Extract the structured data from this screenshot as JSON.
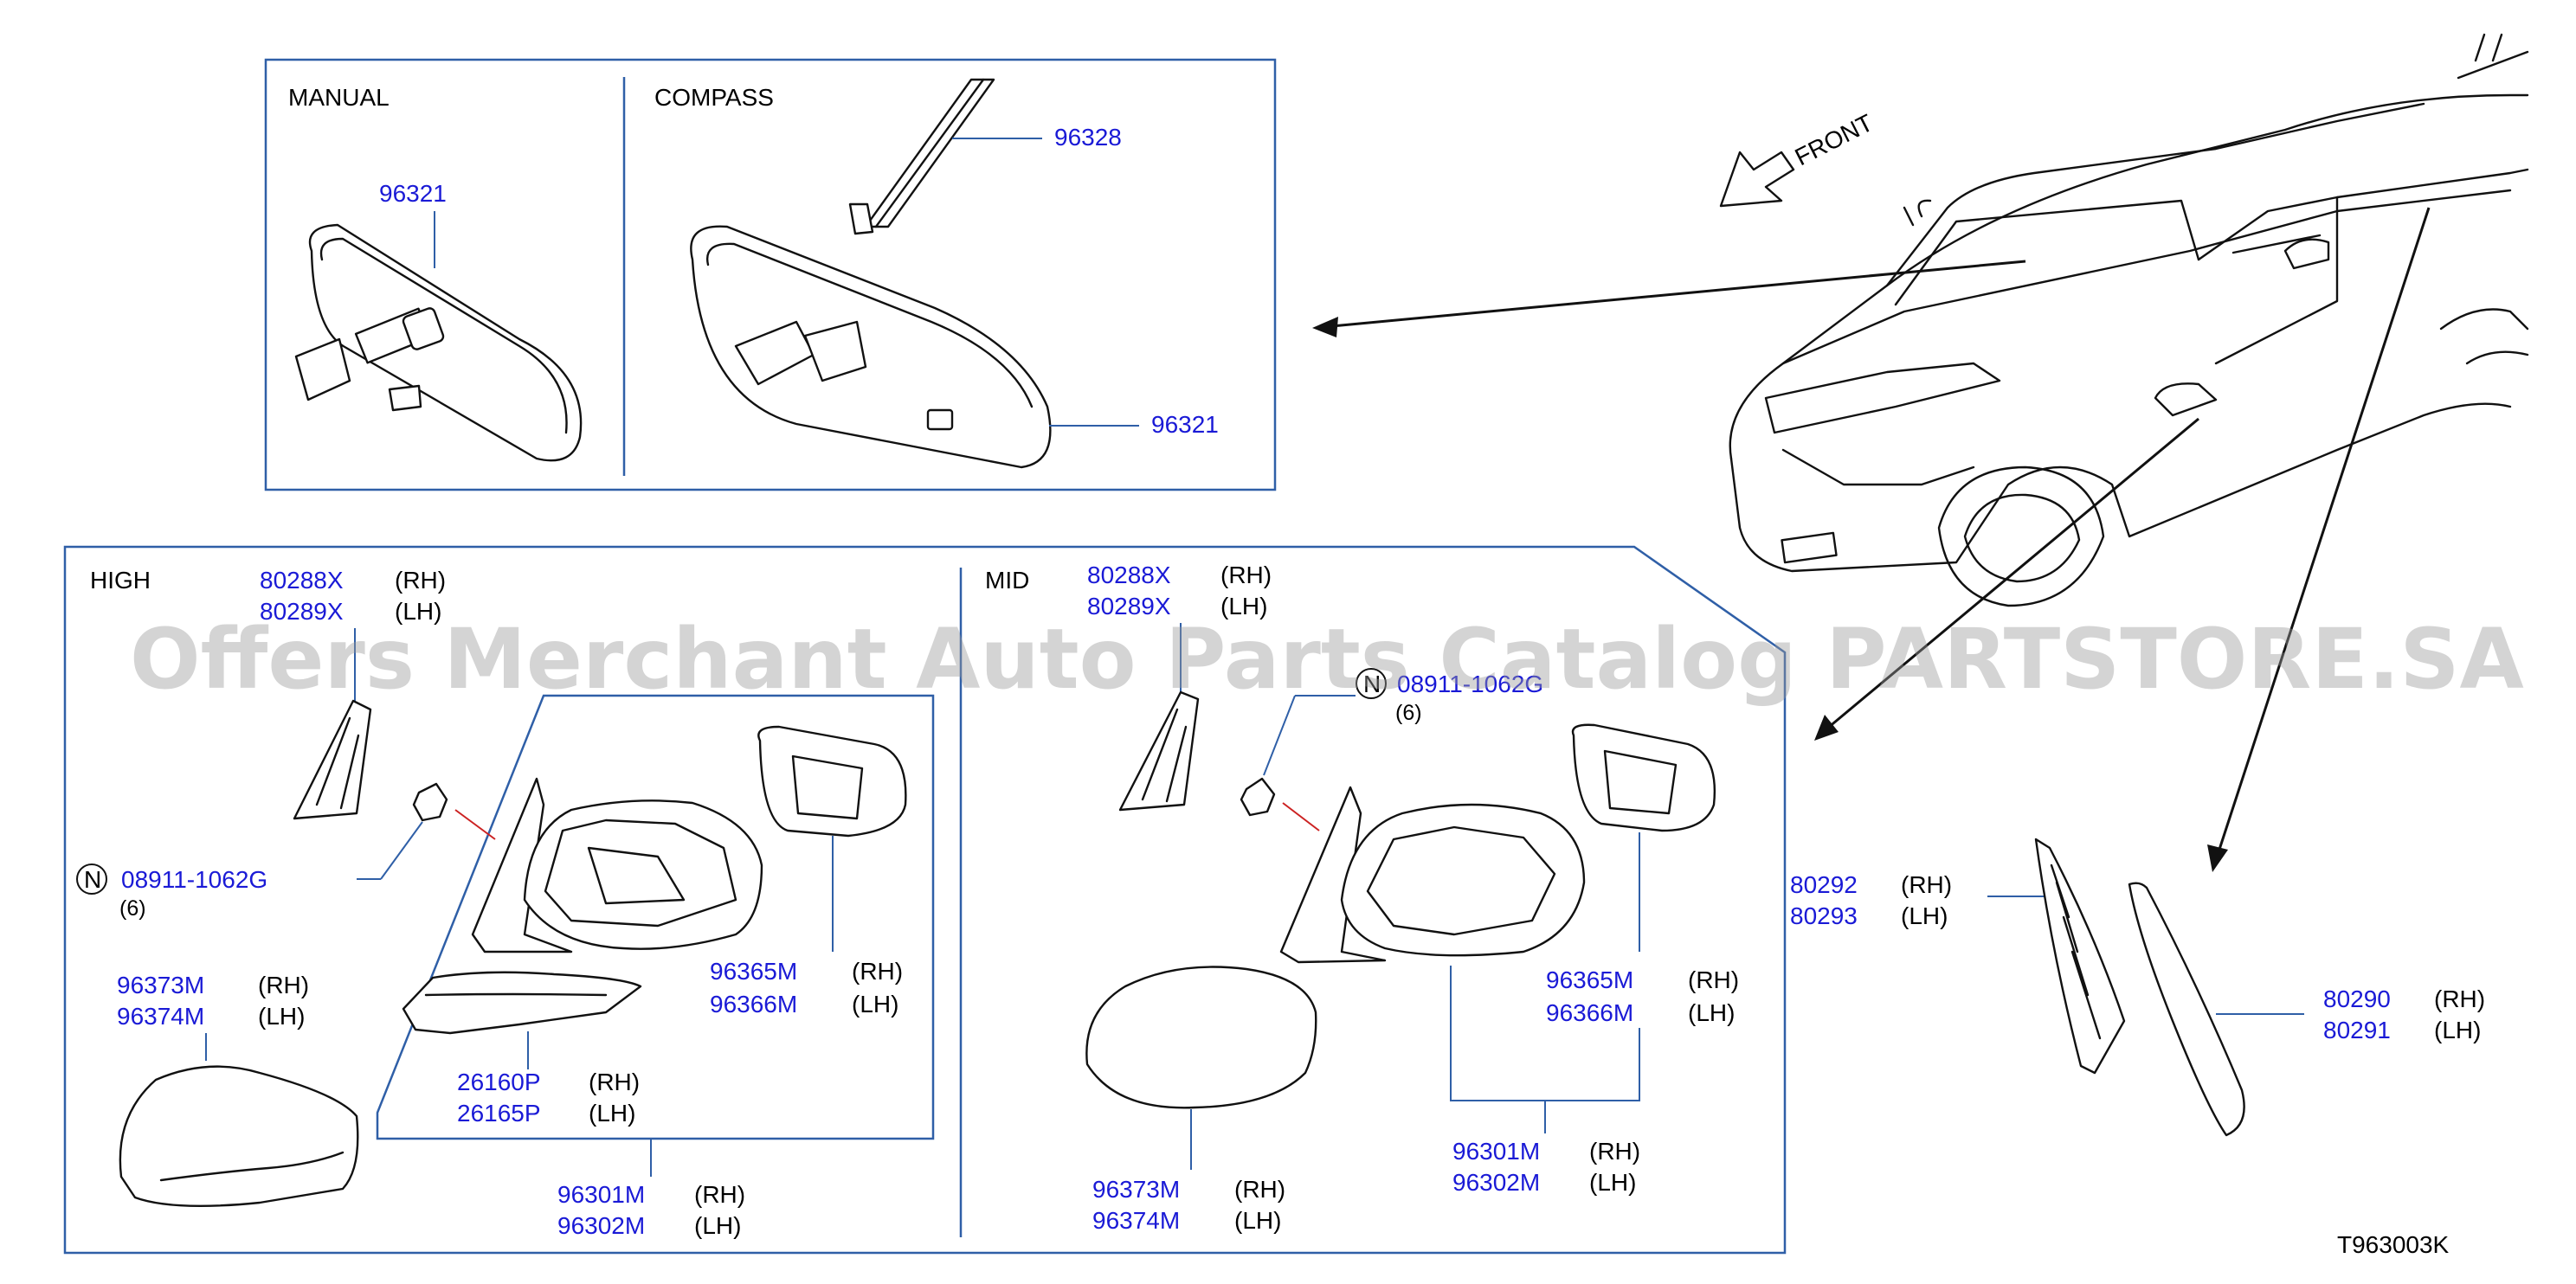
{
  "watermark": "Offers Merchant Auto Parts Catalog PARTSTORE.SA",
  "diagram_code": "T963003K",
  "front_label": "FRONT",
  "top_box": {
    "manual_title": "MANUAL",
    "compass_title": "COMPASS",
    "manual_part": "96321",
    "compass_bracket_part": "96328",
    "compass_mirror_part": "96321"
  },
  "high": {
    "title": "HIGH",
    "cover_rh": "80288X",
    "cover_lh": "80289X",
    "nut": "08911-1062G",
    "nut_qty": "(6)",
    "nut_symbol": "N",
    "cap_rh": "96373M",
    "cap_lh": "96374M",
    "lamp_rh": "26160P",
    "lamp_lh": "26165P",
    "glass_rh": "96365M",
    "glass_lh": "96366M",
    "assy_rh": "96301M",
    "assy_lh": "96302M"
  },
  "mid": {
    "title": "MID",
    "cover_rh": "80288X",
    "cover_lh": "80289X",
    "nut": "08911-1062G",
    "nut_qty": "(6)",
    "nut_symbol": "N",
    "glass_rh": "96365M",
    "glass_lh": "96366M",
    "cap_rh": "96373M",
    "cap_lh": "96374M",
    "assy_rh": "96301M",
    "assy_lh": "96302M"
  },
  "right": {
    "trim_rh": "80292",
    "trim_lh": "80293",
    "finisher_rh": "80290",
    "finisher_lh": "80291"
  },
  "side_labels": {
    "rh": "(RH)",
    "lh": "(LH)"
  },
  "colors": {
    "part_number": "#1a1ad6",
    "frame": "#2f5fa7",
    "watermark": "#9a9a9a"
  }
}
